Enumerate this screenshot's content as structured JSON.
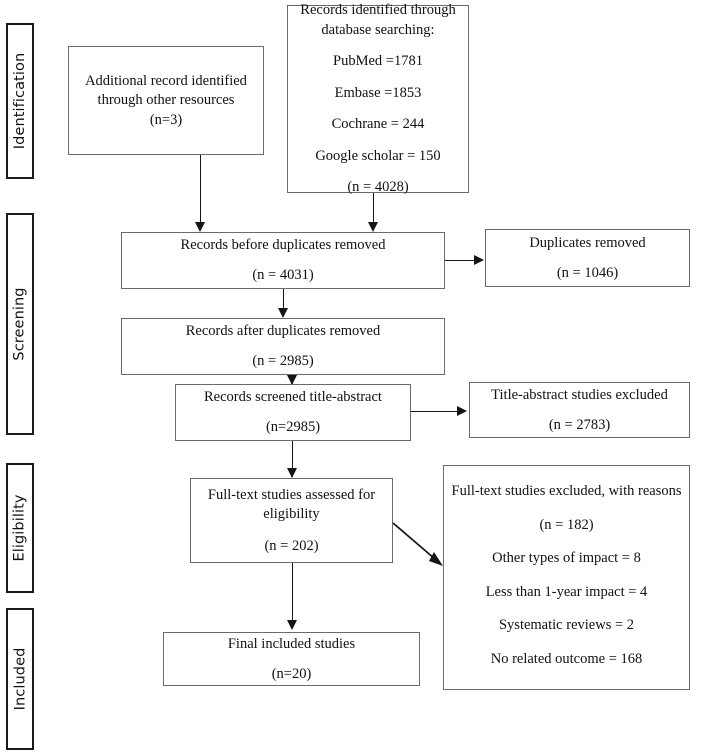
{
  "diagram": {
    "title": "PRISMA study selection flow diagram",
    "stages": [
      {
        "name": "identification",
        "label": "Identification"
      },
      {
        "name": "screening",
        "label": "Screening"
      },
      {
        "name": "eligibility",
        "label": "Eligibility"
      },
      {
        "name": "included",
        "label": "Included"
      }
    ],
    "boxes": {
      "additional_records": {
        "lines": [
          "Additional record identified",
          "through other resources",
          "(n=3)"
        ]
      },
      "database_records": {
        "lines": [
          "Records identified through",
          "database searching:",
          "PubMed =1781",
          "Embase =1853",
          "Cochrane = 244",
          "Google scholar = 150",
          "(n = 4028)"
        ]
      },
      "records_before_duplicates": {
        "lines": [
          "Records before duplicates removed",
          "(n = 4031)"
        ]
      },
      "duplicates_removed": {
        "lines": [
          "Duplicates removed",
          "(n = 1046)"
        ]
      },
      "records_after_duplicates": {
        "lines": [
          "Records after duplicates removed",
          "(n = 2985)"
        ]
      },
      "records_screened": {
        "lines": [
          "Records screened title-abstract",
          "(n=2985)"
        ]
      },
      "title_abstract_excluded": {
        "lines": [
          "Title-abstract studies excluded",
          "(n = 2783)"
        ]
      },
      "fulltext_assessed": {
        "lines": [
          "Full-text studies assessed for",
          "eligibility",
          "(n = 202)"
        ]
      },
      "fulltext_excluded": {
        "lines": [
          "Full-text studies excluded, with reasons",
          "(n = 182)",
          "Other types of impact = 8",
          "Less than 1-year impact = 4",
          "Systematic reviews = 2",
          "No related outcome = 168"
        ]
      },
      "final_included": {
        "lines": [
          "Final included studies",
          "(n=20)"
        ]
      }
    },
    "counts": {
      "pubmed": 1781,
      "embase": 1853,
      "cochrane": 244,
      "google_scholar": 150,
      "database_total": 4028,
      "additional_records": 3,
      "records_before_duplicates": 4031,
      "duplicates_removed": 1046,
      "records_after_duplicates": 2985,
      "records_screened": 2985,
      "title_abstract_excluded": 2783,
      "fulltext_assessed": 202,
      "fulltext_excluded": 182,
      "excluded_other_types_of_impact": 8,
      "excluded_less_than_1_year_impact": 4,
      "excluded_systematic_reviews": 2,
      "excluded_no_related_outcome": 168,
      "final_included": 20
    },
    "colors": {
      "box_border": "#6b6b6b",
      "stage_border": "#1a1a1a",
      "connector": "#151515",
      "text": "#111111",
      "background": "#ffffff"
    }
  }
}
